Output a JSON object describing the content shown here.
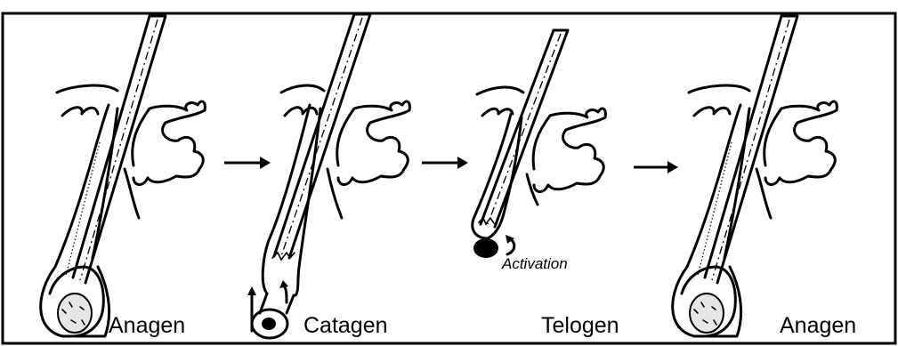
{
  "diagram": {
    "stages": [
      {
        "label": "Anagen"
      },
      {
        "label": "Catagen"
      },
      {
        "label": "Telogen"
      },
      {
        "label": "Anagen"
      }
    ],
    "activation_label": "Activation",
    "colors": {
      "ink": "#000000",
      "background": "#ffffff"
    }
  }
}
